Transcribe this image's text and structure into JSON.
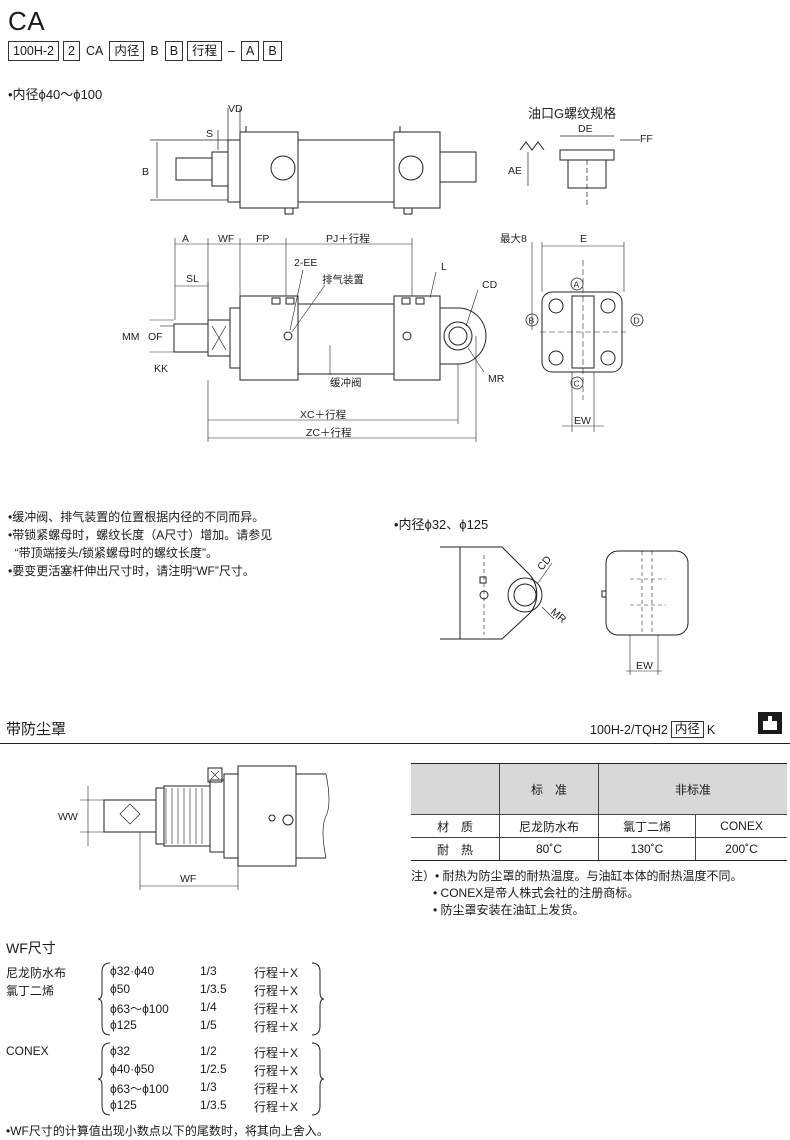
{
  "title": "CA",
  "model_code": [
    {
      "text": "100H-2",
      "boxed": true
    },
    {
      "text": "2",
      "boxed": true
    },
    {
      "text": "CA",
      "boxed": false
    },
    {
      "text": "内径",
      "boxed": true
    },
    {
      "text": "B",
      "boxed": false
    },
    {
      "text": "B",
      "boxed": true
    },
    {
      "text": "行程",
      "boxed": true
    },
    {
      "text": "–",
      "boxed": false
    },
    {
      "text": "A",
      "boxed": true
    },
    {
      "text": "B",
      "boxed": true
    }
  ],
  "bore_heading_1": "•内径ϕ40～ϕ100",
  "port_spec_title": "油口G螺纹规格",
  "drawing_labels": {
    "VD": "VD",
    "S": "S",
    "B": "B",
    "DE": "DE",
    "FF": "FF",
    "AE": "AE",
    "A": "A",
    "WF": "WF",
    "FP": "FP",
    "PJ": "PJ＋行程",
    "max8": "最大8",
    "E": "E",
    "SL": "SL",
    "EE": "2-EE",
    "air_vent": "排气装置",
    "L": "L",
    "CD": "CD",
    "MM": "MM",
    "OF": "OF",
    "KK": "KK",
    "MR": "MR",
    "cushion": "缓冲阀",
    "XC": "XC＋行程",
    "ZC": "ZC＋行程",
    "EW": "EW",
    "circle_A": "A",
    "circle_B": "B",
    "circle_C": "C",
    "circle_D": "D"
  },
  "notes": [
    "•缓冲阀、排气装置的位置根据内径的不同而异。",
    "•带锁紧螺母时，螺纹长度（A尺寸）增加。请参见",
    "  “带顶端接头/锁紧螺母时的螺纹长度”。",
    "•要变更活塞杆伸出尺寸时，请注明“WF”尺寸。"
  ],
  "bore_heading_2": "•内径ϕ32、ϕ125",
  "small_labels": {
    "CD": "CD",
    "MR": "MR",
    "EW": "EW"
  },
  "section": {
    "title": "带防尘罩",
    "code_prefix": "100H-2/TQH2",
    "code_box": "内径",
    "code_suffix": "K"
  },
  "boot_labels": {
    "WW": "WW",
    "WF": "WF"
  },
  "spec_table": {
    "headers": [
      "",
      "标　准",
      "非标准"
    ],
    "rows": [
      [
        "材　质",
        "尼龙防水布",
        "氯丁二烯",
        "CONEX"
      ],
      [
        "耐　热",
        "80˚C",
        "130˚C",
        "200˚C"
      ]
    ]
  },
  "table_notes": [
    "注）• 耐热为防尘罩的耐热温度。与油缸本体的耐热温度不同。",
    "• CONEX是帝人株式会社的注册商标。",
    "• 防尘罩安装在油缸上发货。"
  ],
  "wf_title": "WF尺寸",
  "wf_groups": [
    {
      "materials": [
        "尼龙防水布",
        "氯丁二烯"
      ],
      "rows": [
        [
          "ϕ32·ϕ40",
          "1/3",
          "行程＋X"
        ],
        [
          "ϕ50",
          "1/3.5",
          "行程＋X"
        ],
        [
          "ϕ63～ϕ100",
          "1/4",
          "行程＋X"
        ],
        [
          "ϕ125",
          "1/5",
          "行程＋X"
        ]
      ]
    },
    {
      "materials": [
        "CONEX"
      ],
      "rows": [
        [
          "ϕ32",
          "1/2",
          "行程＋X"
        ],
        [
          "ϕ40·ϕ50",
          "1/2.5",
          "行程＋X"
        ],
        [
          "ϕ63～ϕ100",
          "1/3",
          "行程＋X"
        ],
        [
          "ϕ125",
          "1/3.5",
          "行程＋X"
        ]
      ]
    }
  ],
  "footnote": "•WF尺寸的计算值出现小数点以下的尾数时，将其向上舍入。"
}
